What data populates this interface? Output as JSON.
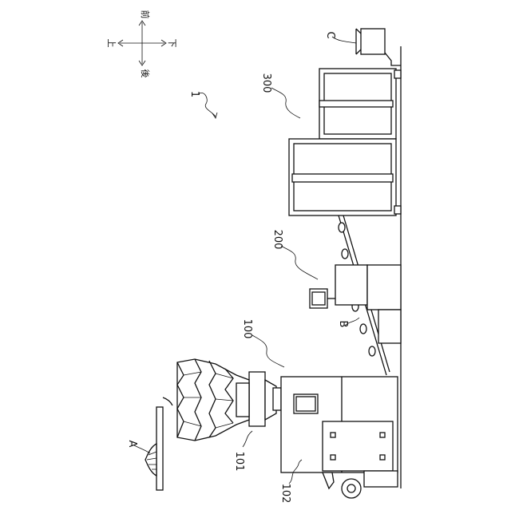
{
  "figure": {
    "labels": {
      "system": "1",
      "weigher": "100",
      "weigher_head": "101",
      "packaging_machine": "102",
      "conveyor": "200",
      "boxing_machine": "300",
      "article_a": "A",
      "article_b": "B",
      "article_c": "C"
    },
    "orientation": {
      "up": "上",
      "down": "下",
      "front": "前",
      "back": "後"
    }
  }
}
